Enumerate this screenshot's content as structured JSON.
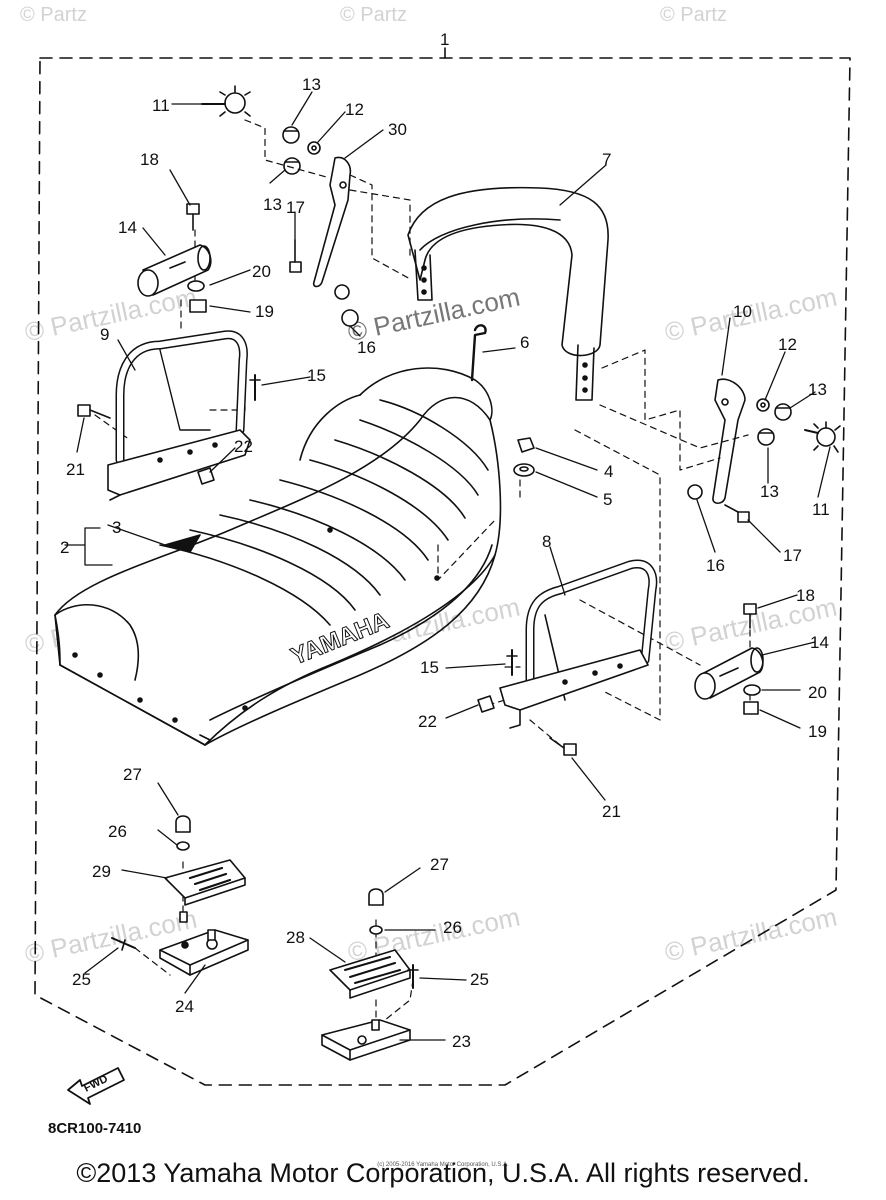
{
  "watermarks": {
    "text": "© Partzilla.com",
    "top_left": "© Partz",
    "top_mid": "© Partz",
    "top_right": "© Partz"
  },
  "diagram_code": "8CR100-7410",
  "fwd_label": "FWD",
  "brand_on_seat": "YAMAHA",
  "copyright": "©2013 Yamaha Motor Corporation, U.S.A. All rights reserved.",
  "small_notice": "(c) 2005-2016 Yamaha Motor Corporation, U.S.A.",
  "callouts": [
    "1",
    "2",
    "3",
    "4",
    "5",
    "6",
    "7",
    "8",
    "9",
    "10",
    "11",
    "11",
    "12",
    "12",
    "13",
    "13",
    "13",
    "13",
    "14",
    "14",
    "15",
    "15",
    "16",
    "16",
    "17",
    "17",
    "18",
    "18",
    "19",
    "19",
    "20",
    "20",
    "21",
    "21",
    "22",
    "22",
    "23",
    "24",
    "25",
    "25",
    "26",
    "26",
    "27",
    "27",
    "28",
    "29",
    "30"
  ]
}
